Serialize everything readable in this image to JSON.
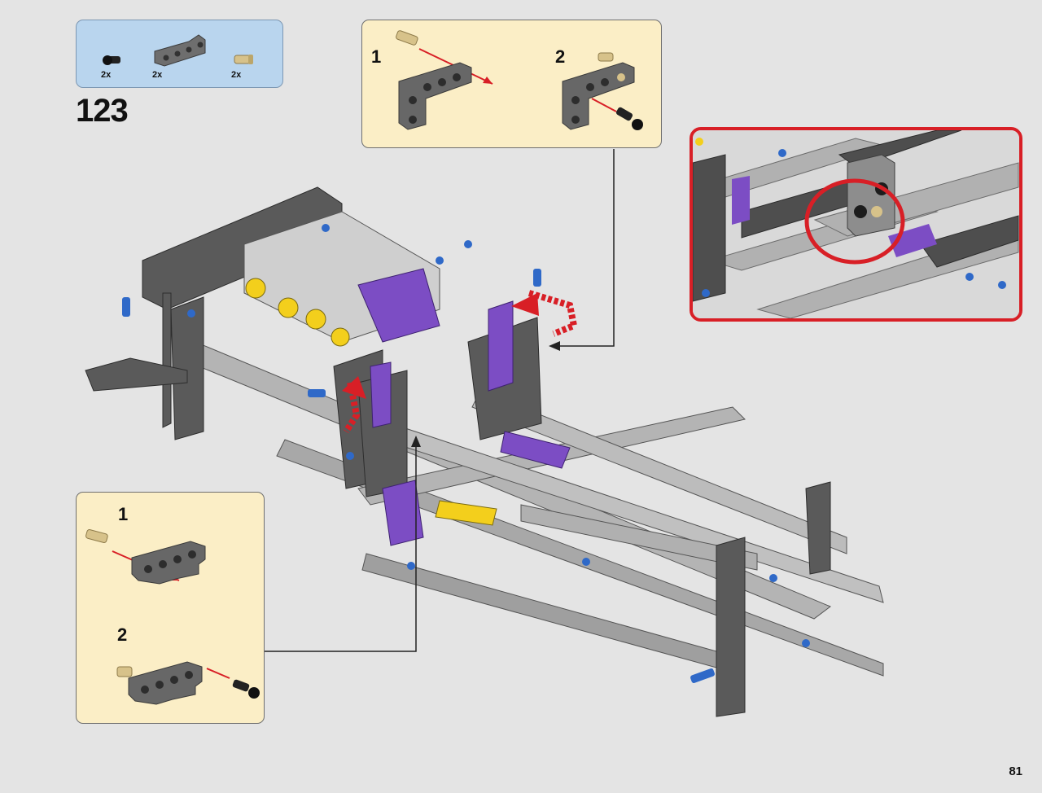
{
  "step": {
    "number": "123"
  },
  "parts_list": {
    "items": [
      {
        "name": "axle-pin-black",
        "qty": "2x"
      },
      {
        "name": "beam-l-shape-dark-grey",
        "qty": "2x"
      },
      {
        "name": "axle-pin-tan",
        "qty": "2x"
      }
    ]
  },
  "subassembly_top": {
    "step1": "1",
    "step2": "2"
  },
  "subassembly_bottom": {
    "step1": "1",
    "step2": "2"
  },
  "page": {
    "number": "81"
  },
  "colors": {
    "background": "#e4e4e4",
    "parts_box": "#b9d5ee",
    "subassembly_box": "#fbeec6",
    "callout_border": "#d81f26",
    "beam_dark": "#5a5a5a",
    "beam_light": "#b4b4b4",
    "purple": "#7c4dc4",
    "blue_pin": "#2f69c8",
    "yellow": "#f3cf1c"
  },
  "icons": [
    "arrow-icon",
    "rotate-arrow-icon",
    "callout-circle-icon"
  ]
}
